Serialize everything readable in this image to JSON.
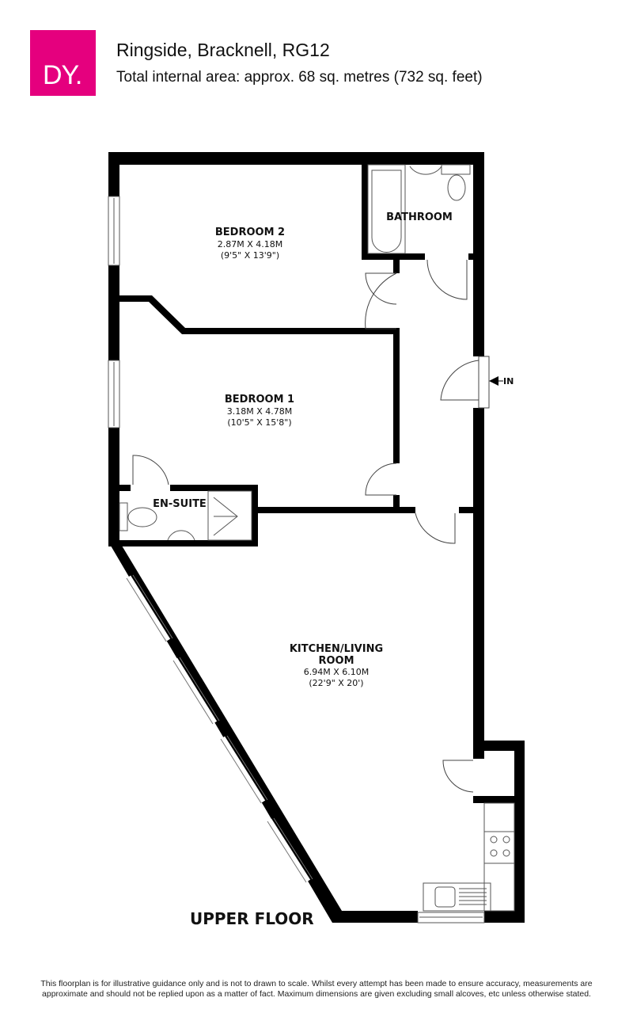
{
  "header": {
    "logo_text": "DY.",
    "title": "Ringside, Bracknell, RG12",
    "subtitle": "Total internal area: approx. 68 sq. metres (732 sq. feet)",
    "brand_color": "#e5007e"
  },
  "rooms": {
    "bedroom2": {
      "name": "BEDROOM 2",
      "metric": "2.87M X 4.18M",
      "imperial": "(9'5\" X 13'9\")"
    },
    "bathroom": {
      "name": "BATHROOM"
    },
    "bedroom1": {
      "name": "BEDROOM 1",
      "metric": "3.18M X 4.78M",
      "imperial": "(10'5\" X 15'8\")"
    },
    "ensuite": {
      "name": "EN-SUITE"
    },
    "kitchen": {
      "name_line1": "KITCHEN/LIVING",
      "name_line2": "ROOM",
      "metric": "6.94M X 6.10M",
      "imperial": "(22'9\" X 20')"
    }
  },
  "entrance_label": "IN",
  "floor_label": "UPPER FLOOR",
  "disclaimer": "This floorplan is for illustrative guidance only and is not to drawn to scale. Whilst every attempt has been made to ensure accuracy, measurements are approximate and should not be replied upon as a matter of fact. Maximum dimensions are given excluding small alcoves, etc unless otherwise stated."
}
